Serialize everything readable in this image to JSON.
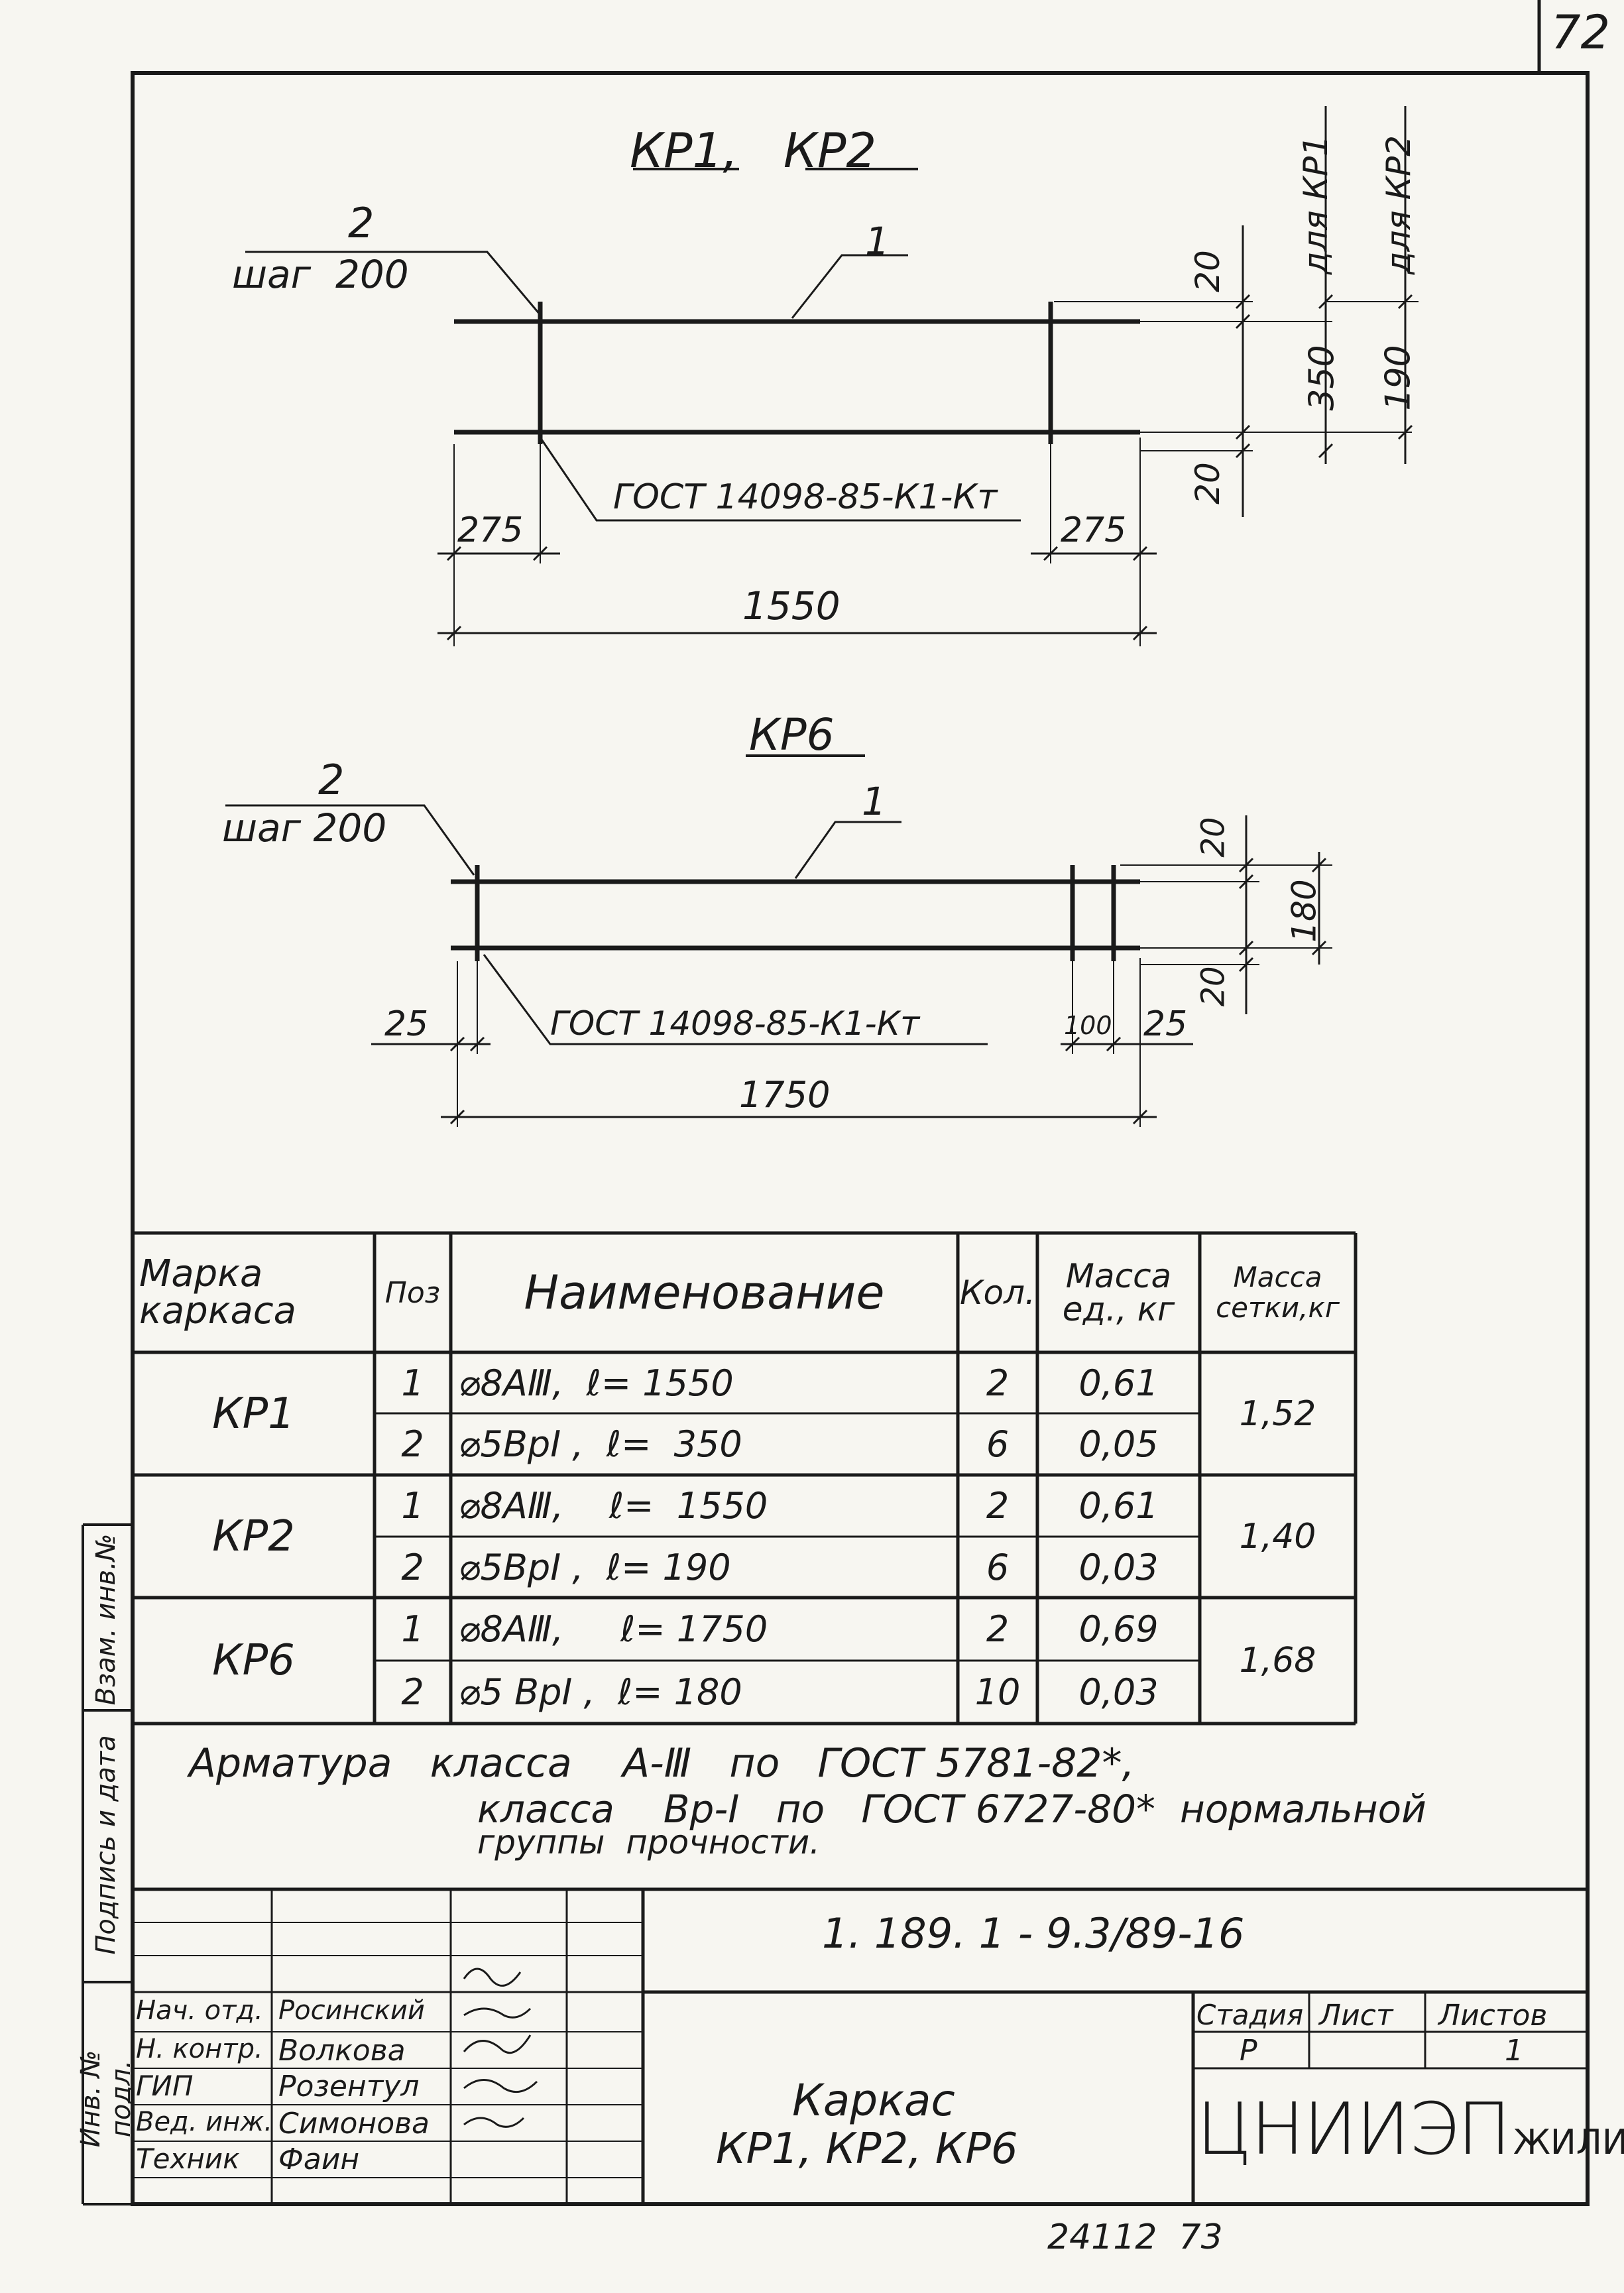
{
  "page_number": "72",
  "bottom_number": "24112  73",
  "kp12": {
    "title": "КР1,   КР2",
    "pos1": "1",
    "pos2": "2",
    "step": "шаг  200",
    "gost": "ГОСТ 14098-85-К1-Кт",
    "dim_left": "275",
    "dim_right": "275",
    "dim_total": "1550",
    "dim_top": "20",
    "dim_mid": "350",
    "dim_bot": "20",
    "dim_kp2": "190",
    "label_kp1": "для КР1",
    "label_kp2": "для КР2"
  },
  "kp6": {
    "title": "КР6",
    "pos1": "1",
    "pos2": "2",
    "step": "шаг 200",
    "gost": "ГОСТ 14098-85-К1-Кт",
    "dim_left": "25",
    "dim_100": "100",
    "dim_right": "25",
    "dim_total": "1750",
    "dim_top": "20",
    "dim_mid": "180",
    "dim_bot": "20"
  },
  "table": {
    "headers": [
      "Марка каркаса",
      "Поз",
      "Наименование",
      "Кол.",
      "Масса ед., кг",
      "Масса сетки,кг"
    ],
    "rows": [
      {
        "mark": "КР1",
        "pos": "1",
        "name": "⌀8АⅢ,  ℓ= 1550",
        "qty": "2",
        "mass": "0,61",
        "total": "1,52"
      },
      {
        "mark": "",
        "pos": "2",
        "name": "⌀5ВрI ,  ℓ=  350",
        "qty": "6",
        "mass": "0,05",
        "total": ""
      },
      {
        "mark": "КР2",
        "pos": "1",
        "name": "⌀8АⅢ,    ℓ=  1550",
        "qty": "2",
        "mass": "0,61",
        "total": "1,40"
      },
      {
        "mark": "",
        "pos": "2",
        "name": "⌀5ВрI ,  ℓ= 190",
        "qty": "6",
        "mass": "0,03",
        "total": ""
      },
      {
        "mark": "КР6",
        "pos": "1",
        "name": "⌀8АⅢ,     ℓ= 1750",
        "qty": "2",
        "mass": "0,69",
        "total": "1,68"
      },
      {
        "mark": "",
        "pos": "2",
        "name": "⌀5 ВрI ,  ℓ= 180",
        "qty": "10",
        "mass": "0,03",
        "total": ""
      }
    ]
  },
  "note": {
    "line1": "Арматура   класса    А-Ⅲ   по   ГОСТ 5781-82*,",
    "line2": "класса    Вр-I   по   ГОСТ 6727-80*  нормальной",
    "line3": "группы  прочности."
  },
  "stamp": {
    "doc_code": "1. 189. 1 - 9.3/89-16",
    "roles": [
      {
        "role": "Нач. отд.",
        "name": "Росинский"
      },
      {
        "role": "Н. контр.",
        "name": "Волкова"
      },
      {
        "role": "ГИП",
        "name": "Розентул"
      },
      {
        "role": "Вед. инж.",
        "name": "Симонова"
      },
      {
        "role": "Техник",
        "name": "Фаин"
      }
    ],
    "title_line1": "Каркас",
    "title_line2": "КР1, КР2, КР6",
    "stage_label": "Стадия",
    "sheet_label": "Лист",
    "sheets_label": "Листов",
    "stage": "Р",
    "sheets": "1",
    "org": "ЦНИИЭП",
    "org_sub": "ЖИЛИЩА"
  },
  "side_stamp": {
    "col1": "Инв. № подл.",
    "col2": "Подпись и дата",
    "col3": "Взам. инв.№"
  }
}
